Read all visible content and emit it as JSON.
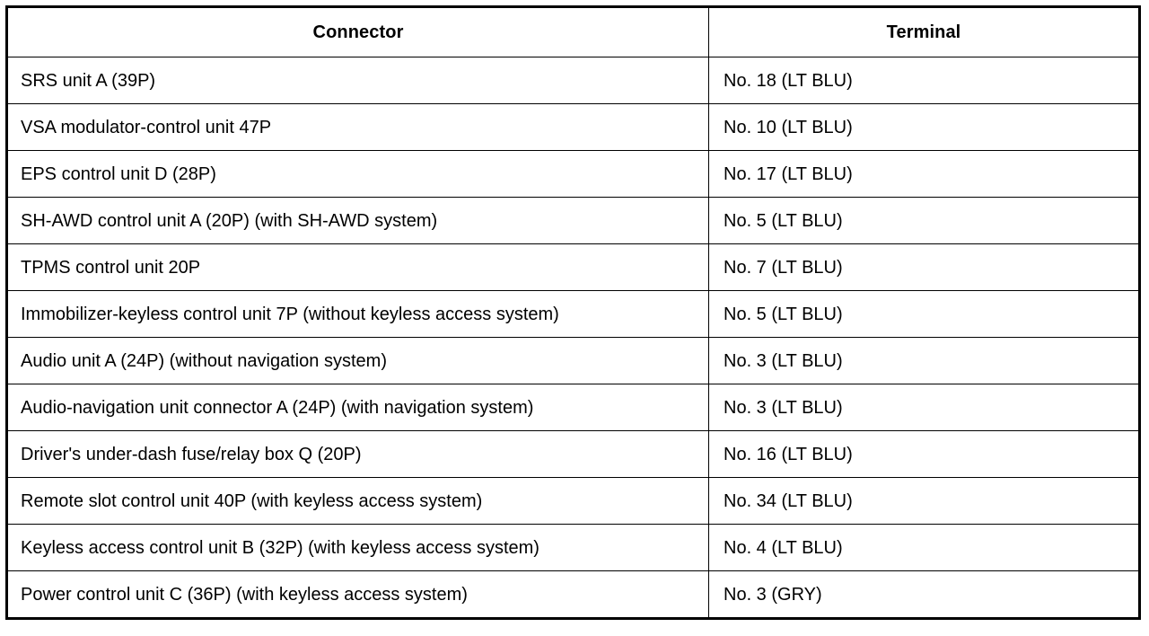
{
  "table": {
    "columns": [
      {
        "key": "connector",
        "label": "Connector",
        "align": "center"
      },
      {
        "key": "terminal",
        "label": "Terminal",
        "align": "center"
      }
    ],
    "rows": [
      {
        "connector": "SRS unit A (39P)",
        "terminal": "No. 18 (LT BLU)"
      },
      {
        "connector": "VSA modulator-control unit 47P",
        "terminal": "No. 10 (LT BLU)"
      },
      {
        "connector": "EPS control unit D (28P)",
        "terminal": "No. 17 (LT BLU)"
      },
      {
        "connector": "SH-AWD control unit A (20P) (with SH-AWD system)",
        "terminal": "No. 5 (LT BLU)"
      },
      {
        "connector": "TPMS control unit 20P",
        "terminal": "No. 7 (LT BLU)"
      },
      {
        "connector": "Immobilizer-keyless control unit 7P (without keyless access system)",
        "terminal": "No. 5 (LT BLU)"
      },
      {
        "connector": "Audio unit A (24P) (without navigation system)",
        "terminal": "No. 3 (LT BLU)"
      },
      {
        "connector": "Audio-navigation unit connector A (24P) (with navigation system)",
        "terminal": "No. 3 (LT BLU)"
      },
      {
        "connector": "Driver's under-dash fuse/relay box Q (20P)",
        "terminal": "No. 16 (LT BLU)"
      },
      {
        "connector": "Remote slot control unit 40P (with keyless access system)",
        "terminal": "No. 34 (LT BLU)"
      },
      {
        "connector": "Keyless access control unit B (32P) (with keyless access system)",
        "terminal": "No. 4 (LT BLU)"
      },
      {
        "connector": "Power control unit C (36P) (with keyless access system)",
        "terminal": "No. 3 (GRY)"
      }
    ]
  },
  "style": {
    "border_color": "#000000",
    "text_color": "#000000",
    "background": "#ffffff"
  }
}
